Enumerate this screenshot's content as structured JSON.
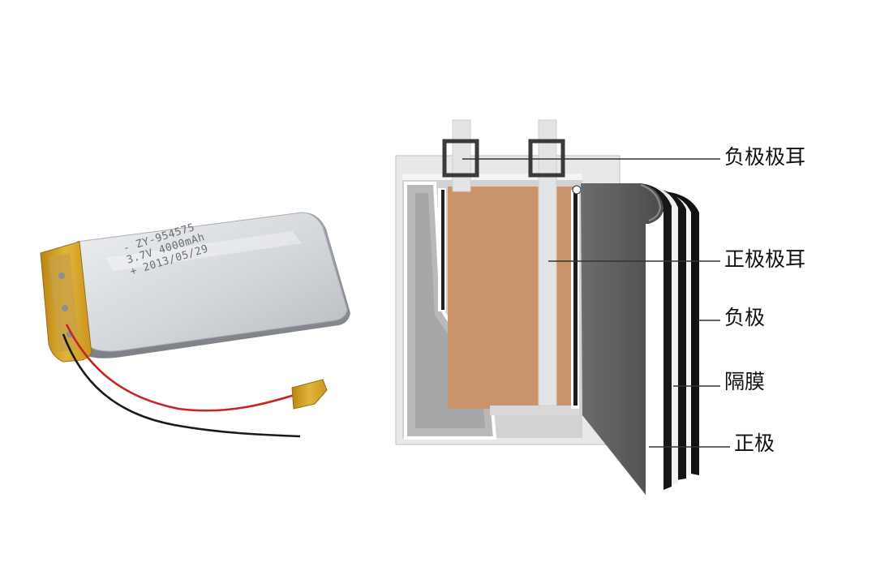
{
  "battery": {
    "print_lines": [
      "- ZY-954575",
      "3.7V 4000mAh",
      "+ 2013/05/29"
    ]
  },
  "diagram": {
    "labels": {
      "negative_tab": "负极极耳",
      "positive_tab": "正极极耳",
      "negative": "负极",
      "separator": "隔膜",
      "positive": "正极"
    }
  },
  "colors": {
    "casing": "#e6e6e6",
    "casing_inner": "#cfd0d2",
    "cathode": "#c9946a",
    "layer_dark": "#5f6062",
    "layer_black": "#111111",
    "pouch_silver": "#c8cbcf",
    "kapton_tape": "#d9a520"
  }
}
